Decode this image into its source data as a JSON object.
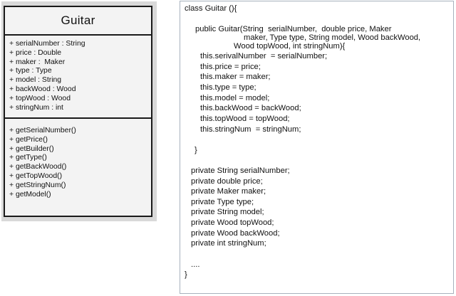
{
  "uml": {
    "class_name": "Guitar",
    "attributes": [
      "+ serialNumber : String",
      "+ price : Double",
      "+ maker :  Maker",
      "+ type : Type",
      "+ model : String",
      "+ backWood : Wood",
      "+ topWood : Wood",
      "+ stringNum : int"
    ],
    "methods": [
      "+ getSerialNumber()",
      "+ getPrice()",
      "+ getBuilder()",
      "+ getType()",
      "+ getBackWood()",
      "+ getTopWood()",
      "+ getStringNum()",
      "+ getModel()"
    ]
  },
  "code": {
    "lines": [
      "class Guitar (){",
      "public Guitar(String  serialNumber,  double price, Maker",
      "maker, Type type, String model, Wood backWood,",
      "Wood topWood, int stringNum){",
      "this.serivalNumber  = serialNumber;",
      "this.price = price;",
      "this.maker = maker;",
      "this.type = type;",
      "this.model = model;",
      "this.backWood = backWood;",
      "this.topWood = topWood;",
      "this.stringNum  = stringNum;",
      "}",
      "private String serialNumber;",
      "private double price;",
      "private Maker maker;",
      "private Type type;",
      "private String model;",
      "private Wood topWood;",
      "private Wood backWood;",
      "private int stringNum;",
      "....",
      "}"
    ]
  }
}
